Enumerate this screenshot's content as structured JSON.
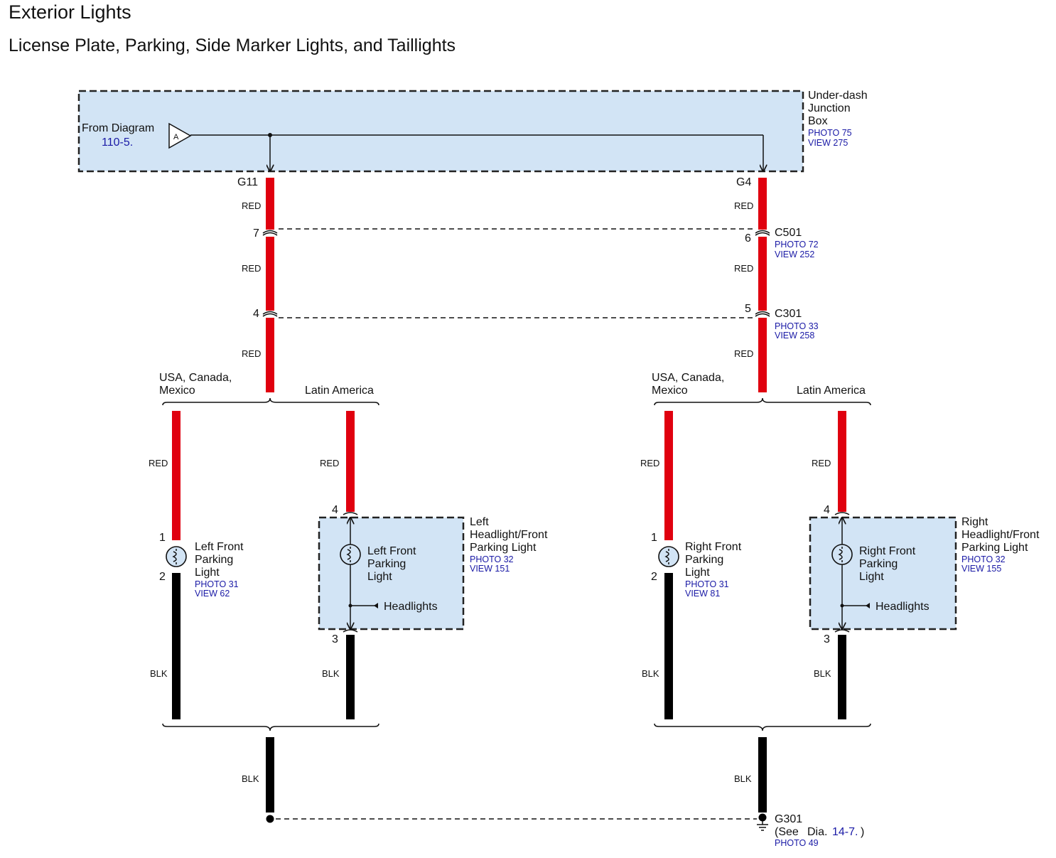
{
  "header": {
    "title": "Exterior Lights",
    "subtitle": "License Plate, Parking, Side Marker Lights, and Taillights"
  },
  "junction_box": {
    "name_lines": [
      "Under-dash",
      "Junction",
      "Box"
    ],
    "photo": "PHOTO 75",
    "view": "VIEW 275",
    "from_label": "From Diagram",
    "from_ref": "110-5.",
    "connector_letter": "A",
    "left_terminal": "G11",
    "right_terminal": "G4"
  },
  "connectors": {
    "c501": {
      "name": "C501",
      "photo": "PHOTO 72",
      "view": "VIEW 252",
      "left_pin": "7",
      "right_pin": "6"
    },
    "c301": {
      "name": "C301",
      "photo": "PHOTO 33",
      "view": "VIEW 258",
      "left_pin": "4",
      "right_pin": "5"
    }
  },
  "wire_colors": {
    "red": "RED",
    "blk": "BLK"
  },
  "branches": {
    "usa_line1": "USA, Canada,",
    "usa_line2": "Mexico",
    "latin": "Latin America"
  },
  "left_parking": {
    "lines": [
      "Left Front",
      "Parking",
      "Light"
    ],
    "photo": "PHOTO 31",
    "view": "VIEW 62",
    "pin_top": "1",
    "pin_bottom": "2"
  },
  "left_headlight": {
    "assembly_lines": [
      "Left",
      "Headlight/Front",
      "Parking Light"
    ],
    "photo": "PHOTO 32",
    "view": "VIEW 151",
    "inner_lines": [
      "Left Front",
      "Parking",
      "Light"
    ],
    "headlights": "Headlights",
    "pin_top": "4",
    "pin_bottom": "3"
  },
  "right_parking": {
    "lines": [
      "Right Front",
      "Parking",
      "Light"
    ],
    "photo": "PHOTO 31",
    "view": "VIEW 81",
    "pin_top": "1",
    "pin_bottom": "2"
  },
  "right_headlight": {
    "assembly_lines": [
      "Right",
      "Headlight/Front",
      "Parking Light"
    ],
    "photo": "PHOTO 32",
    "view": "VIEW 155",
    "inner_lines": [
      "Right Front",
      "Parking",
      "Light"
    ],
    "headlights": "Headlights",
    "pin_top": "4",
    "pin_bottom": "3"
  },
  "ground": {
    "name": "G301",
    "see_prefix": "(See",
    "see_dia": "Dia.",
    "see_ref": "14-7.",
    "see_suffix": ")",
    "photo": "PHOTO 49"
  },
  "colors": {
    "wire_red": "#e0000f",
    "wire_black": "#000000",
    "box_fill": "#d2e4f5",
    "ref_blue": "#1a1aa6"
  }
}
